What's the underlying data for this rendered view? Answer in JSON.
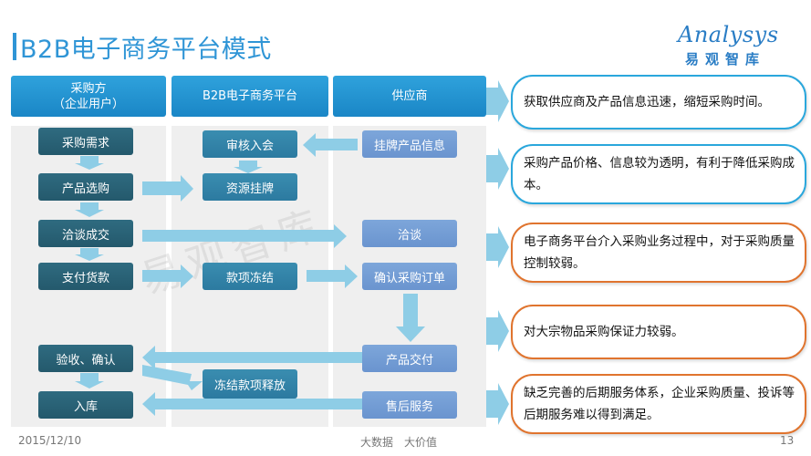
{
  "page_title": "B2B电子商务平台模式",
  "logo": {
    "word": "Analysys",
    "sub": "易观智库"
  },
  "columns": [
    {
      "header": "采购方\n（企业用户）"
    },
    {
      "header": "B2B电子商务平台"
    },
    {
      "header": "供应商"
    }
  ],
  "boxes": {
    "purchase_need": "采购需求",
    "product_select": "产品选购",
    "negotiate_deal": "洽谈成交",
    "pay_goods": "支付货款",
    "inspect_confirm": "验收、确认",
    "storage": "入库",
    "review_join": "审核入会",
    "resource_list": "资源挂牌",
    "payment_freeze": "款项冻结",
    "freeze_release": "冻结款项释放",
    "list_product_info": "挂牌产品信息",
    "negotiation": "洽谈",
    "confirm_order": "确认采购订单",
    "product_delivery": "产品交付",
    "after_sales": "售后服务"
  },
  "watermark": "易观智库",
  "callouts": [
    {
      "text": "获取供应商及产品信息迅速，缩短采购时间。",
      "tone": "blue"
    },
    {
      "text": "采购产品价格、信息较为透明，有利于降低采购成本。",
      "tone": "blue"
    },
    {
      "text": "电子商务平台介入采购业务过程中，对于采购质量控制较弱。",
      "tone": "orange"
    },
    {
      "text": "对大宗物品采购保证力较弱。",
      "tone": "orange"
    },
    {
      "text": "缺乏完善的后期服务体系，企业采购质量、投诉等后期服务难以得到满足。",
      "tone": "orange"
    }
  ],
  "footer": {
    "date": "2015/12/10",
    "slogan": "大数据　大价值",
    "page": "13"
  },
  "colors": {
    "accent": "#2f95d6",
    "callout_blue": "#2aa7dc",
    "callout_orange": "#e0742e",
    "arrow": "#8ecde6"
  }
}
